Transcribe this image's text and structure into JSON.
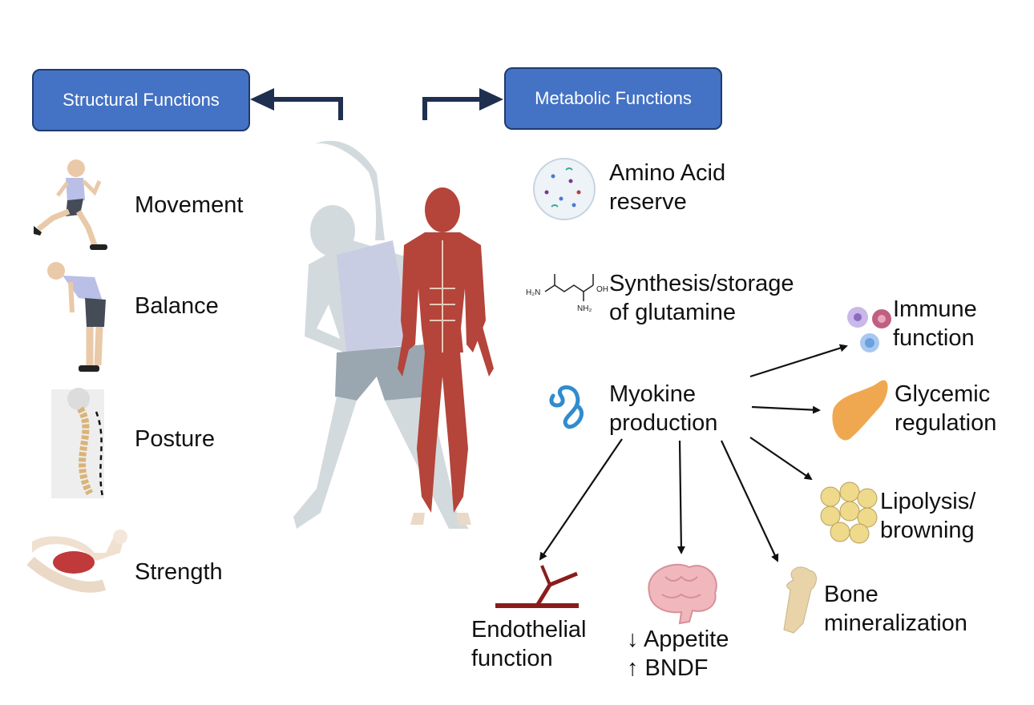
{
  "header": {
    "structural_label": "Structural Functions",
    "metabolic_label": "Metabolic Functions"
  },
  "structural": [
    {
      "label": "Movement",
      "icon": "runner-icon"
    },
    {
      "label": "Balance",
      "icon": "bending-person-icon"
    },
    {
      "label": "Posture",
      "icon": "spine-icon"
    },
    {
      "label": "Strength",
      "icon": "flexed-arm-icon"
    }
  ],
  "metabolic": {
    "amino_acid": {
      "line1": "Amino Acid",
      "line2": "reserve",
      "icon": "amino-acid-dish-icon"
    },
    "glutamine": {
      "line1": "Synthesis/storage",
      "line2": "of glutamine",
      "icon": "glutamine-structure-icon",
      "mol_h2n": "H₂N",
      "mol_oh": "OH",
      "mol_nh2": "NH₂"
    },
    "myokine": {
      "line1": "Myokine",
      "line2": "production",
      "icon": "protein-icon"
    }
  },
  "targets": {
    "immune": {
      "line1": "Immune",
      "line2": "function",
      "icon": "immune-cells-icon"
    },
    "glycemic": {
      "line1": "Glycemic",
      "line2": "regulation",
      "icon": "pancreas-icon"
    },
    "lipolysis": {
      "line1": "Lipolysis/",
      "line2": "browning",
      "icon": "adipocytes-icon"
    },
    "bone": {
      "line1": "Bone",
      "line2": "mineralization",
      "icon": "bone-icon"
    },
    "brain": {
      "line1": "↓ Appetite",
      "line2": "↑ BNDF",
      "icon": "brain-icon"
    },
    "endothelial": {
      "line1": "Endothelial",
      "line2": "function",
      "icon": "blood-vessel-icon"
    }
  },
  "colors": {
    "box_fill": "#4472c4",
    "box_border": "#1f3a6e",
    "arrow_dark": "#1f2f4f",
    "muscle_red": "#b5443a",
    "body_gray": "#d3dadd"
  }
}
